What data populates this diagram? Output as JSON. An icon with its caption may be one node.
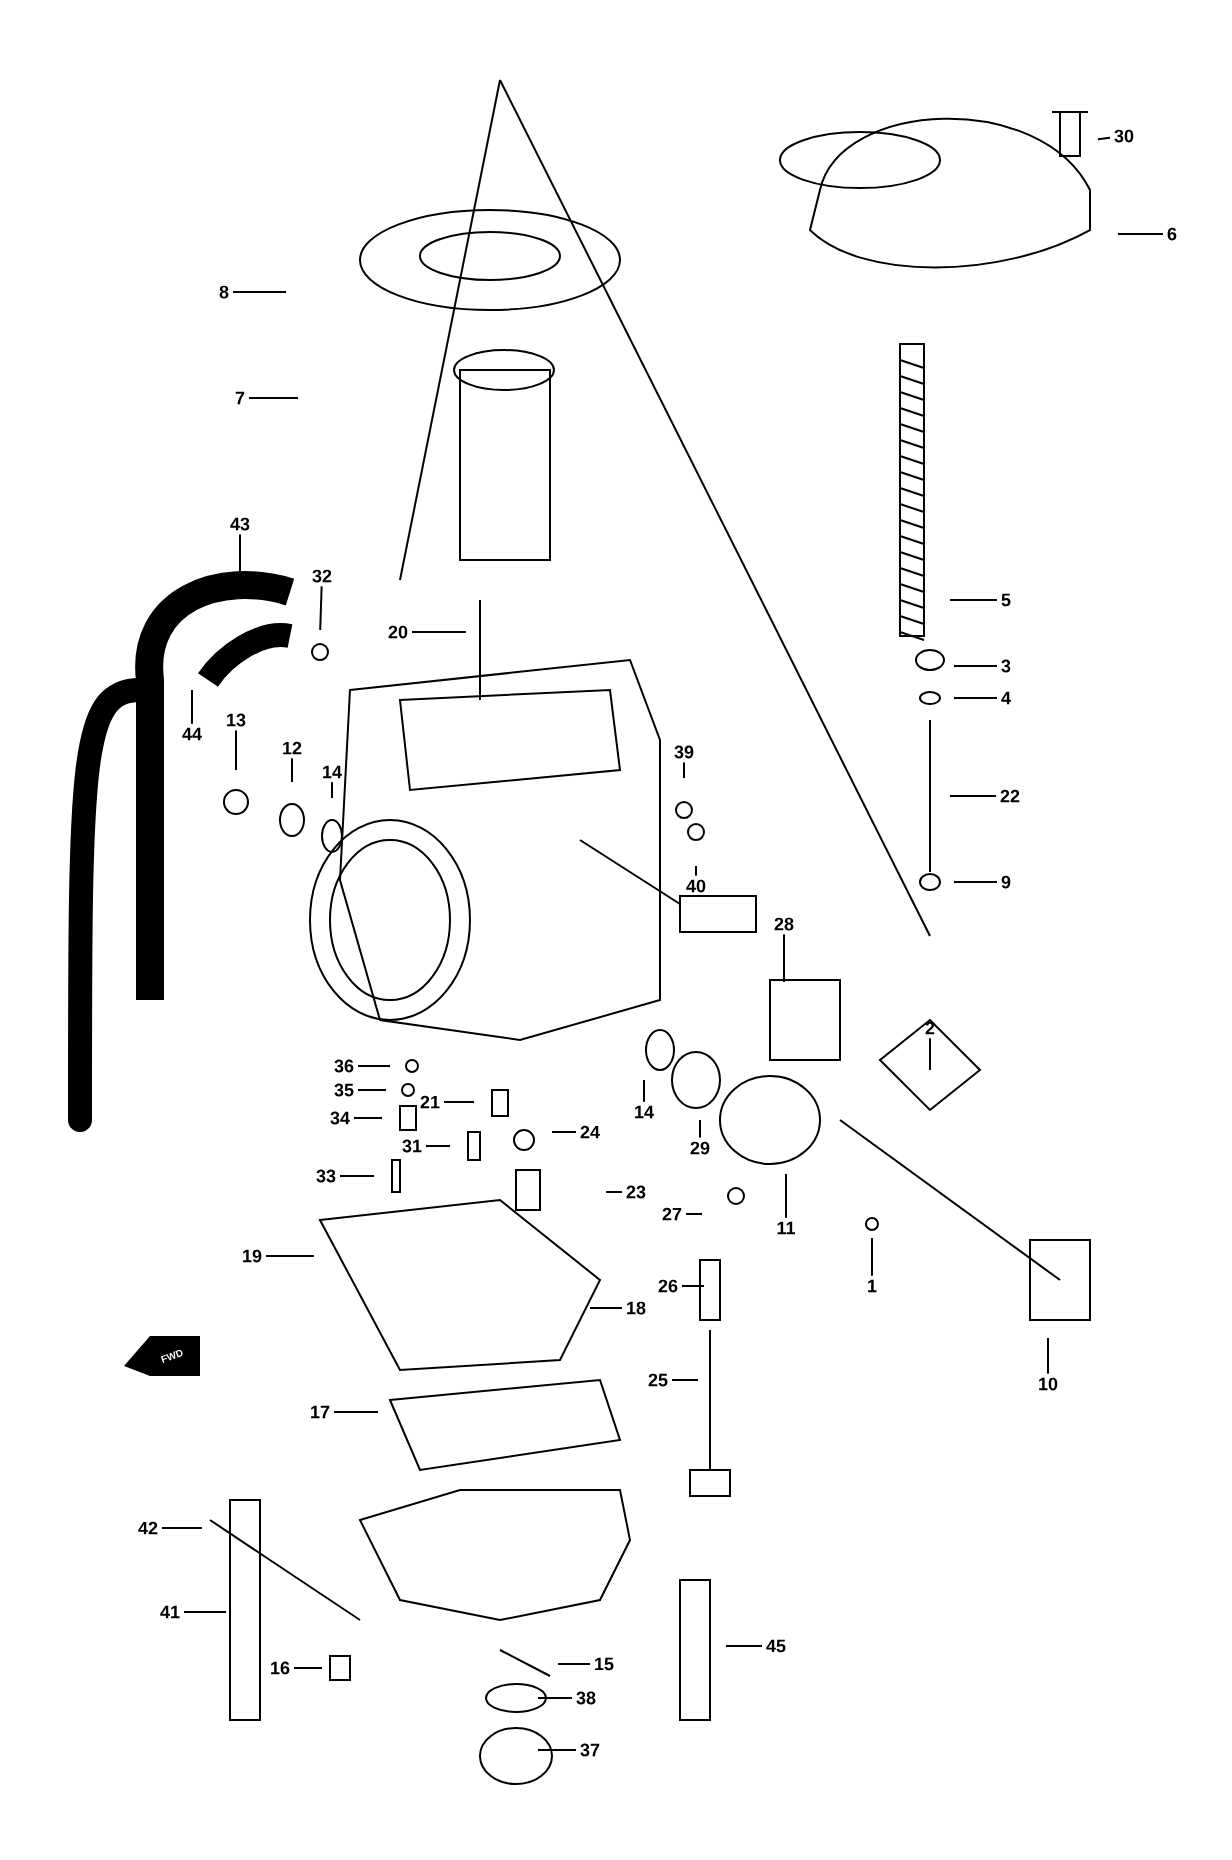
{
  "diagram": {
    "nodes": [
      {
        "text": [
          "30"
        ]
      },
      {
        "text": [
          "6"
        ]
      },
      {
        "text": [
          "8"
        ]
      },
      {
        "text": [
          "7"
        ]
      },
      {
        "text": [
          "5"
        ]
      },
      {
        "text": [
          "3"
        ]
      },
      {
        "text": [
          "4"
        ]
      },
      {
        "text": [
          "22"
        ]
      },
      {
        "text": [
          "9"
        ]
      },
      {
        "text": [
          "43"
        ]
      },
      {
        "text": [
          "32"
        ]
      },
      {
        "text": [
          "20"
        ]
      },
      {
        "text": [
          "44"
        ]
      },
      {
        "text": [
          "13"
        ]
      },
      {
        "text": [
          "12"
        ]
      },
      {
        "text": [
          "14"
        ]
      },
      {
        "text": [
          "39"
        ]
      },
      {
        "text": [
          "40"
        ]
      },
      {
        "text": [
          "28"
        ]
      },
      {
        "text": [
          "2"
        ]
      },
      {
        "text": [
          "36"
        ]
      },
      {
        "text": [
          "35"
        ]
      },
      {
        "text": [
          "34"
        ]
      },
      {
        "text": [
          "33"
        ]
      },
      {
        "text": [
          "21"
        ]
      },
      {
        "text": [
          "31"
        ]
      },
      {
        "text": [
          "24"
        ]
      },
      {
        "text": [
          "23"
        ]
      },
      {
        "text": [
          "14"
        ]
      },
      {
        "text": [
          "29"
        ]
      },
      {
        "text": [
          "11"
        ]
      },
      {
        "text": [
          "27"
        ]
      },
      {
        "text": [
          "19"
        ]
      },
      {
        "text": [
          "18"
        ]
      },
      {
        "text": [
          "26"
        ]
      },
      {
        "text": [
          "1"
        ]
      },
      {
        "text": [
          "25"
        ]
      },
      {
        "text": [
          "10"
        ]
      },
      {
        "text": [
          "17"
        ]
      },
      {
        "text": [
          "42"
        ]
      },
      {
        "text": [
          "41"
        ]
      },
      {
        "text": [
          "16"
        ]
      },
      {
        "text": [
          "15"
        ]
      },
      {
        "text": [
          "38"
        ]
      },
      {
        "text": [
          "37"
        ]
      },
      {
        "text": [
          "45"
        ]
      }
    ],
    "edges": [
      {
        "from": 0,
        "to": null,
        "arrow": "none"
      },
      {
        "from": 1,
        "to": null,
        "arrow": "none"
      },
      {
        "from": 2,
        "to": null,
        "arrow": "none"
      },
      {
        "from": 3,
        "to": null,
        "arrow": "none"
      },
      {
        "from": 4,
        "to": null,
        "arrow": "none"
      },
      {
        "from": 5,
        "to": null,
        "arrow": "none"
      },
      {
        "from": 6,
        "to": null,
        "arrow": "none"
      },
      {
        "from": 7,
        "to": null,
        "arrow": "none"
      },
      {
        "from": 8,
        "to": null,
        "arrow": "none"
      },
      {
        "from": 9,
        "to": null,
        "arrow": "none"
      },
      {
        "from": 10,
        "to": null,
        "arrow": "none"
      },
      {
        "from": 11,
        "to": null,
        "arrow": "none"
      },
      {
        "from": 12,
        "to": null,
        "arrow": "none"
      },
      {
        "from": 13,
        "to": null,
        "arrow": "none"
      },
      {
        "from": 14,
        "to": null,
        "arrow": "none"
      },
      {
        "from": 15,
        "to": null,
        "arrow": "none"
      },
      {
        "from": 16,
        "to": null,
        "arrow": "none"
      },
      {
        "from": 17,
        "to": null,
        "arrow": "none"
      },
      {
        "from": 18,
        "to": null,
        "arrow": "none"
      },
      {
        "from": 19,
        "to": null,
        "arrow": "none"
      },
      {
        "from": 20,
        "to": null,
        "arrow": "none"
      },
      {
        "from": 21,
        "to": null,
        "arrow": "none"
      },
      {
        "from": 22,
        "to": null,
        "arrow": "none"
      },
      {
        "from": 23,
        "to": null,
        "arrow": "none"
      },
      {
        "from": 24,
        "to": null,
        "arrow": "none"
      },
      {
        "from": 25,
        "to": null,
        "arrow": "none"
      },
      {
        "from": 26,
        "to": null,
        "arrow": "none"
      },
      {
        "from": 27,
        "to": null,
        "arrow": "none"
      },
      {
        "from": 28,
        "to": null,
        "arrow": "none"
      },
      {
        "from": 29,
        "to": null,
        "arrow": "none"
      },
      {
        "from": 30,
        "to": null,
        "arrow": "none"
      },
      {
        "from": 31,
        "to": null,
        "arrow": "none"
      },
      {
        "from": 32,
        "to": null,
        "arrow": "none"
      },
      {
        "from": 33,
        "to": null,
        "arrow": "none"
      },
      {
        "from": 34,
        "to": null,
        "arrow": "none"
      },
      {
        "from": 35,
        "to": null,
        "arrow": "none"
      },
      {
        "from": 36,
        "to": null,
        "arrow": "none"
      },
      {
        "from": 37,
        "to": null,
        "arrow": "none"
      },
      {
        "from": 38,
        "to": null,
        "arrow": "none"
      },
      {
        "from": 39,
        "to": null,
        "arrow": "none"
      },
      {
        "from": 40,
        "to": null,
        "arrow": "none"
      },
      {
        "from": 41,
        "to": null,
        "arrow": "none"
      },
      {
        "from": 42,
        "to": null,
        "arrow": "none"
      },
      {
        "from": 43,
        "to": null,
        "arrow": "none"
      },
      {
        "from": 44,
        "to": null,
        "arrow": "none"
      },
      {
        "from": 45,
        "to": null,
        "arrow": "none"
      }
    ],
    "labels": [
      "FWD"
    ]
  }
}
